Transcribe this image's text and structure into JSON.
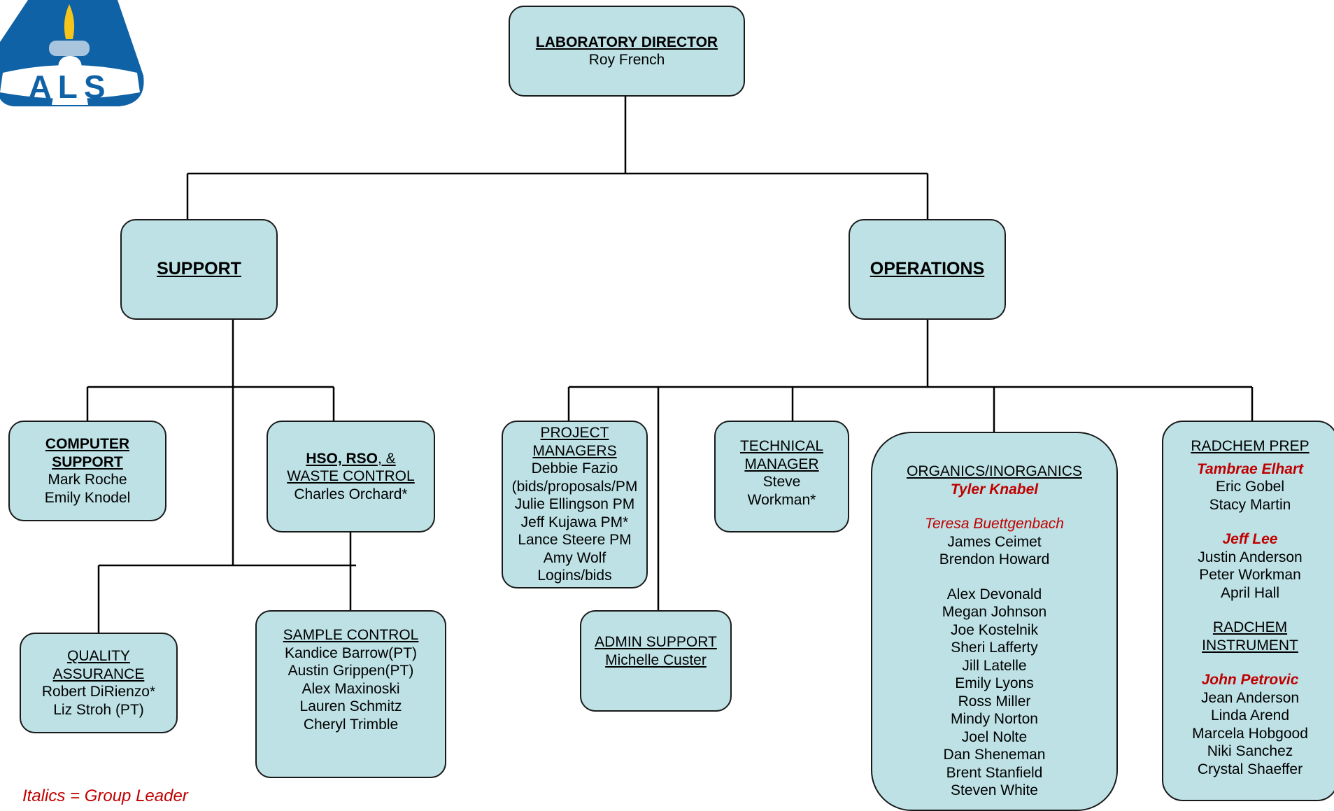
{
  "logo": {
    "text": "ALS",
    "colors": {
      "blue": "#0f62a6",
      "flame": "#f5c51a",
      "base": "#a9c4dd"
    }
  },
  "director": {
    "title": "LABORATORY DIRECTOR",
    "name": "Roy French"
  },
  "support": {
    "title": "SUPPORT"
  },
  "operations": {
    "title": "OPERATIONS"
  },
  "computer_support": {
    "title_1": "COMPUTER",
    "title_2": "SUPPORT",
    "members": [
      "Mark Roche",
      "Emily Knodel"
    ]
  },
  "hso": {
    "title_1a": "HSO, RSO",
    "title_1b": ", &",
    "title_2": "WASTE CONTROL",
    "members": [
      "Charles Orchard*"
    ]
  },
  "quality": {
    "title_1": "QUALITY",
    "title_2": "ASSURANCE",
    "members": [
      "Robert DiRienzo*",
      "Liz Stroh (PT)"
    ]
  },
  "sample_control": {
    "title": "SAMPLE CONTROL",
    "members": [
      "Kandice Barrow(PT)",
      "Austin Grippen(PT)",
      "Alex Maxinoski",
      "Lauren Schmitz",
      "Cheryl Trimble"
    ]
  },
  "project_managers": {
    "title_1": "PROJECT",
    "title_2": "MANAGERS",
    "members": [
      "Debbie Fazio",
      "(bids/proposals/PM",
      "Julie Ellingson PM",
      "Jeff Kujawa PM*",
      "Lance Steere PM",
      "Amy Wolf",
      "Logins/bids"
    ]
  },
  "admin_support": {
    "title": "ADMIN SUPPORT",
    "name": "Michelle Custer"
  },
  "technical_manager": {
    "title_1": "TECHNICAL",
    "title_2": "MANAGER",
    "members": [
      "Steve",
      "Workman*"
    ]
  },
  "organics": {
    "title": "ORGANICS/INORGANICS",
    "leader_1": "Tyler Knabel",
    "leader_2": "Teresa Buettgenbach",
    "group_2": [
      "James Ceimet",
      "Brendon Howard"
    ],
    "group_3": [
      "Alex Devonald",
      "Megan Johnson",
      "Joe Kostelnik",
      "Sheri Lafferty",
      "Jill Latelle",
      "Emily Lyons",
      "Ross Miller",
      "Mindy Norton",
      "Joel Nolte",
      "Dan Sheneman",
      "Brent Stanfield",
      "Steven White"
    ]
  },
  "radchem": {
    "prep_title": "RADCHEM PREP",
    "leader_1": "Tambrae Elhart",
    "group_1": [
      "Eric Gobel",
      "Stacy Martin"
    ],
    "leader_2": "Jeff Lee",
    "group_2": [
      "Justin  Anderson",
      "Peter Workman",
      "April Hall"
    ],
    "instrument_title_1": "RADCHEM",
    "instrument_title_2": "INSTRUMENT",
    "leader_3": "John Petrovic",
    "group_3": [
      "Jean Anderson",
      "Linda Arend",
      "Marcela Hobgood",
      "Niki Sanchez",
      "Crystal Shaeffer"
    ]
  },
  "legend": "Italics = Group Leader"
}
